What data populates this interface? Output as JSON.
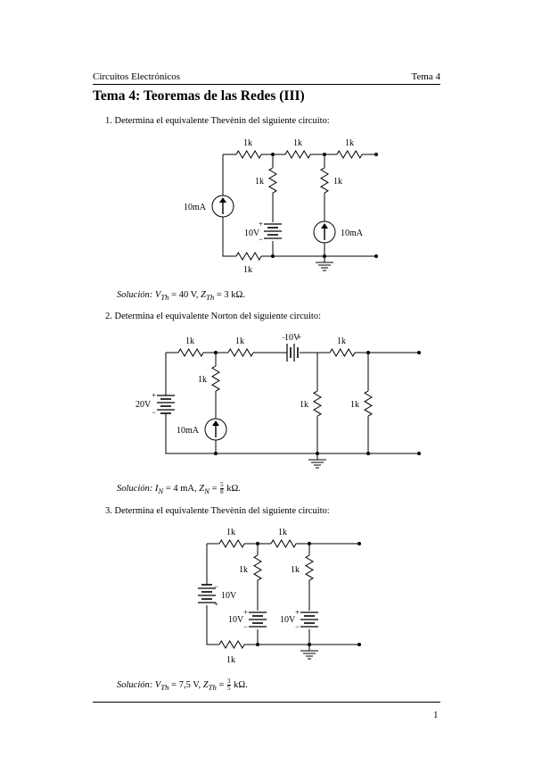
{
  "header": {
    "left": "Circuitos Electrónicos",
    "right": "Tema 4"
  },
  "title": "Tema 4: Teoremas de las Redes (III)",
  "problems": [
    {
      "number": "1.",
      "text": "Determina el equivalente Thevènin del siguiente circuito:",
      "labels": {
        "r_top1": "1k",
        "r_top2": "1k",
        "r_top3": "1k",
        "r_v1": "1k",
        "r_v2": "1k",
        "r_bot": "1k",
        "isrc_left": "10mA",
        "vsrc": "10V",
        "isrc_right": "10mA"
      },
      "solution": {
        "prefix": "Solución:",
        "vth": "V",
        "vth_sub": "Th",
        "vth_val": " = 40 V, ",
        "zth": "Z",
        "zth_sub": "Th",
        "zth_val": " = 3 kΩ."
      }
    },
    {
      "number": "2.",
      "text": "Determina el equivalente Norton del siguiente circuito:",
      "labels": {
        "r_top1": "1k",
        "r_top2": "1k",
        "vsrc_top": "10V",
        "r_top3": "1k",
        "r_v1": "1k",
        "vsrc_left": "20V",
        "isrc": "10mA",
        "r_v2": "1k",
        "r_v3": "1k"
      },
      "solution": {
        "prefix": "Solución:",
        "in": "I",
        "in_sub": "N",
        "in_val": " = 4 mA, ",
        "zn": "Z",
        "zn_sub": "N",
        "zn_eq": " = ",
        "zn_num": "5",
        "zn_den": "8",
        "zn_unit": " kΩ."
      }
    },
    {
      "number": "3.",
      "text": "Determina el equivalente Thevènin del siguiente circuito:",
      "labels": {
        "r_top1": "1k",
        "r_top2": "1k",
        "r_v1": "1k",
        "r_v2": "1k",
        "vsrc_left": "10V",
        "vsrc_mid": "10V",
        "vsrc_right": "10V",
        "r_bot": "1k"
      },
      "solution": {
        "prefix": "Solución:",
        "vth": "V",
        "vth_sub": "Th",
        "vth_val": " = 7,5 V, ",
        "zth": "Z",
        "zth_sub": "Th",
        "zth_eq": " = ",
        "zth_num": "3",
        "zth_den": "5",
        "zth_unit": " kΩ."
      }
    }
  ],
  "page_number": "1"
}
